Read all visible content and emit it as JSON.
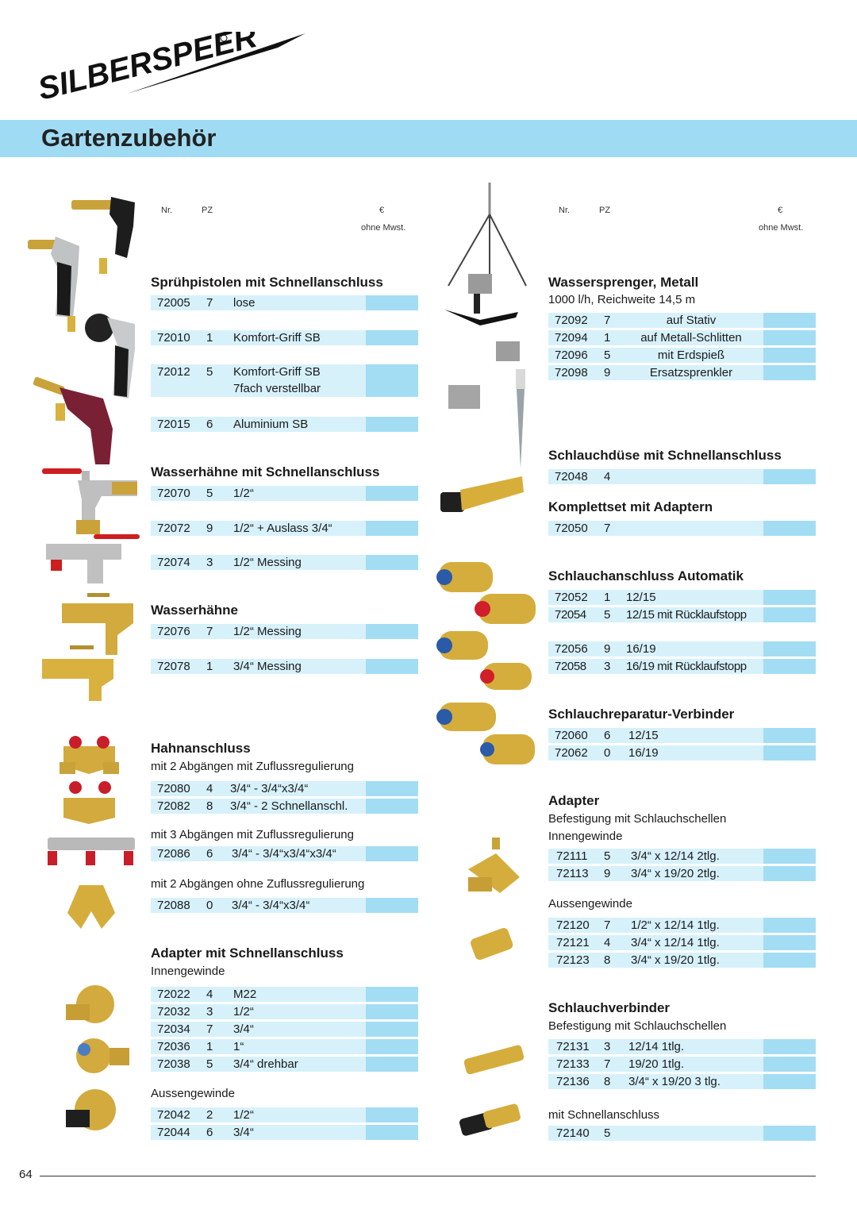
{
  "brand": "SILBERSPEER",
  "page_title": "Gartenzubehör",
  "page_number": "64",
  "col_headers": {
    "nr": "Nr.",
    "pz": "PZ",
    "eur": "€",
    "ohne": "ohne Mwst."
  },
  "colors": {
    "banner": "#9fdcf4",
    "row": "#d7f1fb",
    "price": "#a3ddf4"
  },
  "left": {
    "spray": {
      "title": "Sprühpistolen mit Schnellanschluss",
      "rows": [
        {
          "nr": "72005",
          "pz": "7",
          "d": "lose"
        },
        {
          "nr": "72010",
          "pz": "1",
          "d": "Komfort-Griff SB"
        },
        {
          "nr": "72012",
          "pz": "5",
          "d": "Komfort-Griff SB",
          "d2": "7fach verstellbar"
        },
        {
          "nr": "72015",
          "pz": "6",
          "d": "Aluminium SB"
        }
      ]
    },
    "hahn_sa": {
      "title": "Wasserhähne mit Schnellanschluss",
      "rows": [
        {
          "nr": "72070",
          "pz": "5",
          "d": "1/2“"
        },
        {
          "nr": "72072",
          "pz": "9",
          "d": "1/2“ + Auslass 3/4“"
        },
        {
          "nr": "72074",
          "pz": "3",
          "d": "1/2“ Messing"
        }
      ]
    },
    "hahn": {
      "title": "Wasserhähne",
      "rows": [
        {
          "nr": "72076",
          "pz": "7",
          "d": "1/2“ Messing"
        },
        {
          "nr": "72078",
          "pz": "1",
          "d": "3/4“ Messing"
        }
      ]
    },
    "hahnanschluss": {
      "title": "Hahnanschluss",
      "sub1": "mit 2 Abgängen mit Zuflussregulierung",
      "rows1": [
        {
          "nr": "72080",
          "pz": "4",
          "d": "3/4“ - 3/4“x3/4“"
        },
        {
          "nr": "72082",
          "pz": "8",
          "d": "3/4“ - 2 Schnellanschl."
        }
      ],
      "sub2": "mit 3 Abgängen mit Zuflussregulierung",
      "rows2": [
        {
          "nr": "72086",
          "pz": "6",
          "d": "3/4“ - 3/4“x3/4“x3/4“"
        }
      ],
      "sub3": "mit 2 Abgängen ohne Zuflussregulierung",
      "rows3": [
        {
          "nr": "72088",
          "pz": "0",
          "d": "3/4“ - 3/4“x3/4“"
        }
      ]
    },
    "adapter_sa": {
      "title": "Adapter mit Schnellanschluss",
      "sub1": "Innengewinde",
      "rows1": [
        {
          "nr": "72022",
          "pz": "4",
          "d": "M22"
        },
        {
          "nr": "72032",
          "pz": "3",
          "d": "1/2“"
        },
        {
          "nr": "72034",
          "pz": "7",
          "d": "3/4“"
        },
        {
          "nr": "72036",
          "pz": "1",
          "d": "1“"
        },
        {
          "nr": "72038",
          "pz": "5",
          "d": "3/4“ drehbar"
        }
      ],
      "sub2": "Aussengewinde",
      "rows2": [
        {
          "nr": "72042",
          "pz": "2",
          "d": "1/2“"
        },
        {
          "nr": "72044",
          "pz": "6",
          "d": "3/4“"
        }
      ]
    }
  },
  "right": {
    "sprenger": {
      "title": "Wassersprenger, Metall",
      "sub": "1000 l/h, Reichweite 14,5 m",
      "rows": [
        {
          "nr": "72092",
          "pz": "7",
          "d": "auf Stativ"
        },
        {
          "nr": "72094",
          "pz": "1",
          "d": "auf Metall-Schlitten"
        },
        {
          "nr": "72096",
          "pz": "5",
          "d": "mit Erdspieß"
        },
        {
          "nr": "72098",
          "pz": "9",
          "d": "Ersatzsprenkler"
        }
      ]
    },
    "duese": {
      "title": "Schlauchdüse mit Schnellanschluss",
      "rows": [
        {
          "nr": "72048",
          "pz": "4",
          "d": ""
        }
      ]
    },
    "komplett": {
      "title": "Komplettset mit Adaptern",
      "rows": [
        {
          "nr": "72050",
          "pz": "7",
          "d": ""
        }
      ]
    },
    "automatik": {
      "title": "Schlauchanschluss Automatik",
      "rows1": [
        {
          "nr": "72052",
          "pz": "1",
          "d": "12/15"
        },
        {
          "nr": "72054",
          "pz": "5",
          "d": "12/15 mit Rücklaufstopp"
        }
      ],
      "rows2": [
        {
          "nr": "72056",
          "pz": "9",
          "d": "16/19"
        },
        {
          "nr": "72058",
          "pz": "3",
          "d": "16/19 mit Rücklaufstopp"
        }
      ]
    },
    "reparatur": {
      "title": "Schlauchreparatur-Verbinder",
      "rows": [
        {
          "nr": "72060",
          "pz": "6",
          "d": "12/15"
        },
        {
          "nr": "72062",
          "pz": "0",
          "d": "16/19"
        }
      ]
    },
    "adapter": {
      "title": "Adapter",
      "sub1": "Befestigung mit Schlauchschellen",
      "sub2": "Innengewinde",
      "rows1": [
        {
          "nr": "72111",
          "pz": "5",
          "d": "3/4“ x 12/14  2tlg."
        },
        {
          "nr": "72113",
          "pz": "9",
          "d": "3/4“ x 19/20  2tlg."
        }
      ],
      "sub3": "Aussengewinde",
      "rows2": [
        {
          "nr": "72120",
          "pz": "7",
          "d": "1/2“ x 12/14  1tlg."
        },
        {
          "nr": "72121",
          "pz": "4",
          "d": "3/4“ x 12/14  1tlg."
        },
        {
          "nr": "72123",
          "pz": "8",
          "d": "3/4“ x 19/20  1tlg."
        }
      ]
    },
    "verbinder": {
      "title": "Schlauchverbinder",
      "sub1": "Befestigung mit Schlauchschellen",
      "rows1": [
        {
          "nr": "72131",
          "pz": "3",
          "d": "12/14  1tlg."
        },
        {
          "nr": "72133",
          "pz": "7",
          "d": "19/20  1tlg."
        },
        {
          "nr": "72136",
          "pz": "8",
          "d": "3/4“ x 19/20  3 tlg."
        }
      ],
      "sub2": "mit Schnellanschluss",
      "rows2": [
        {
          "nr": "72140",
          "pz": "5",
          "d": ""
        }
      ]
    }
  }
}
